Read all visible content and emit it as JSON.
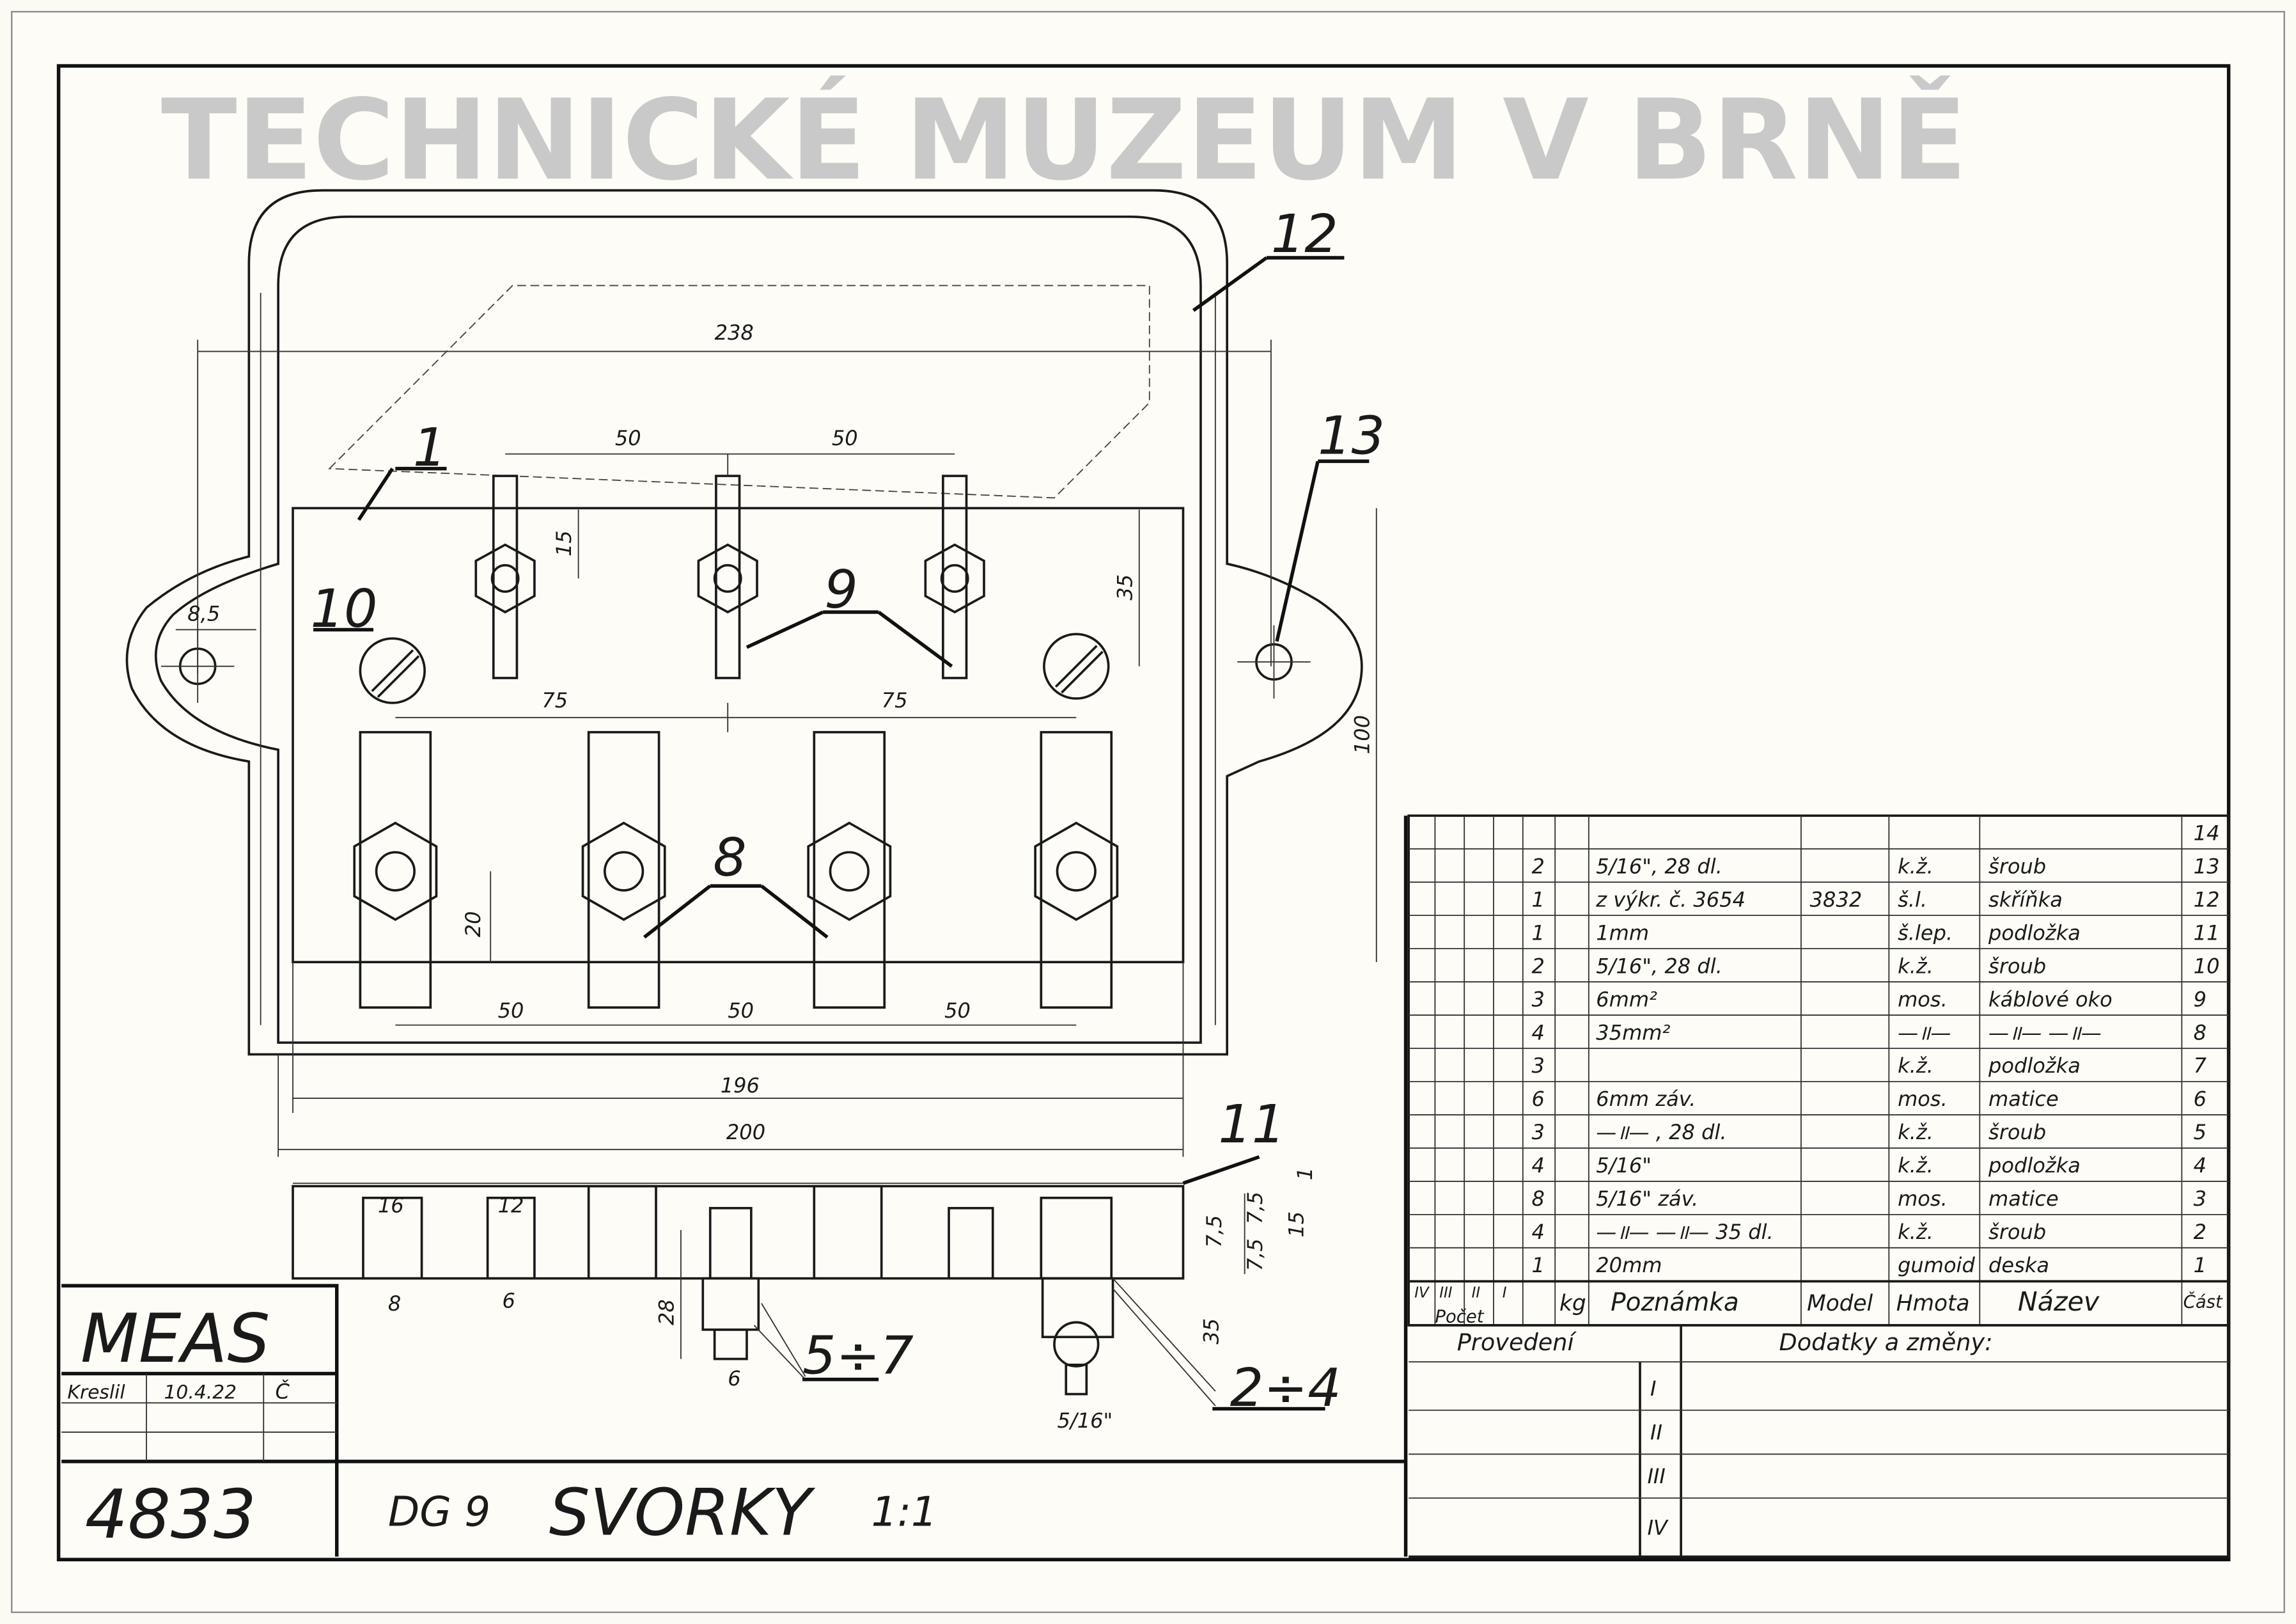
{
  "watermark": "TECHNICKÉ MUZEUM V BRNĚ",
  "title_block": {
    "company": "MEAS",
    "drawn_label": "Kreslil",
    "drawn_date": "10.4.22",
    "signature": "Č",
    "drawing_number": "4833",
    "code": "DG 9",
    "title": "SVORKY",
    "scale": "1:1"
  },
  "parts_table": {
    "header": {
      "count_cols": [
        "IV",
        "III",
        "II",
        "I"
      ],
      "count_label": "Počet",
      "kg": "kg",
      "note": "Poznámka",
      "model": "Model",
      "material": "Hmota",
      "name": "Název",
      "part": "Část"
    },
    "rows": [
      {
        "qty": "",
        "note": "",
        "model": "",
        "material": "",
        "name": "",
        "part": "14"
      },
      {
        "qty": "2",
        "note": "5/16\", 28 dl.",
        "model": "",
        "material": "k.ž.",
        "name": "šroub",
        "part": "13"
      },
      {
        "qty": "1",
        "note": "z výkr. č. 3654",
        "model": "3832",
        "material": "š.l.",
        "name": "skříňka",
        "part": "12"
      },
      {
        "qty": "1",
        "note": "1mm",
        "model": "",
        "material": "š.lep.",
        "name": "podložka",
        "part": "11"
      },
      {
        "qty": "2",
        "note": "5/16\", 28 dl.",
        "model": "",
        "material": "k.ž.",
        "name": "šroub",
        "part": "10"
      },
      {
        "qty": "3",
        "note": "6mm²",
        "model": "",
        "material": "mos.",
        "name": "káblové oko",
        "part": "9"
      },
      {
        "qty": "4",
        "note": "35mm²",
        "model": "",
        "material": "—॥—",
        "name": "—॥—  —॥—",
        "part": "8"
      },
      {
        "qty": "3",
        "note": "",
        "model": "",
        "material": "k.ž.",
        "name": "podložka",
        "part": "7"
      },
      {
        "qty": "6",
        "note": "6mm záv.",
        "model": "",
        "material": "mos.",
        "name": "matice",
        "part": "6"
      },
      {
        "qty": "3",
        "note": "—॥— , 28 dl.",
        "model": "",
        "material": "k.ž.",
        "name": "šroub",
        "part": "5"
      },
      {
        "qty": "4",
        "note": "5/16\"",
        "model": "",
        "material": "k.ž.",
        "name": "podložka",
        "part": "4"
      },
      {
        "qty": "8",
        "note": "5/16\" záv.",
        "model": "",
        "material": "mos.",
        "name": "matice",
        "part": "3"
      },
      {
        "qty": "4",
        "note": "—॥— —॥— 35 dl.",
        "model": "",
        "material": "k.ž.",
        "name": "šroub",
        "part": "2"
      },
      {
        "qty": "1",
        "note": "20mm",
        "model": "",
        "material": "gumoid",
        "name": "deska",
        "part": "1"
      }
    ]
  },
  "revisions": {
    "execution_label": "Provedení",
    "changes_label": "Dodatky a změny:",
    "rows": [
      "I",
      "II",
      "III",
      "IV"
    ]
  },
  "drawing": {
    "dimensions": {
      "d238": "238",
      "d50a": "50",
      "d50b": "50",
      "d15": "15",
      "d35": "35",
      "d85": "8,5",
      "d75a": "75",
      "d75b": "75",
      "d100": "100",
      "d20": "20",
      "d50c": "50",
      "d50d": "50",
      "d50e": "50",
      "d196": "196",
      "d200": "200",
      "d1": "1",
      "d75c": "7,5",
      "d75d": "7,5",
      "d15b": "15",
      "d75e": "7,5",
      "d16": "16",
      "d12": "12",
      "d8": "8",
      "d6a": "6",
      "d28": "28",
      "d6b": "6",
      "d35b": "35",
      "d516": "5/16\""
    },
    "part_labels": {
      "p1": "1",
      "p8": "8",
      "p9": "9",
      "p10": "10",
      "p11": "11",
      "p12": "12",
      "p13": "13",
      "p57": "5÷7",
      "p24": "2÷4"
    }
  }
}
